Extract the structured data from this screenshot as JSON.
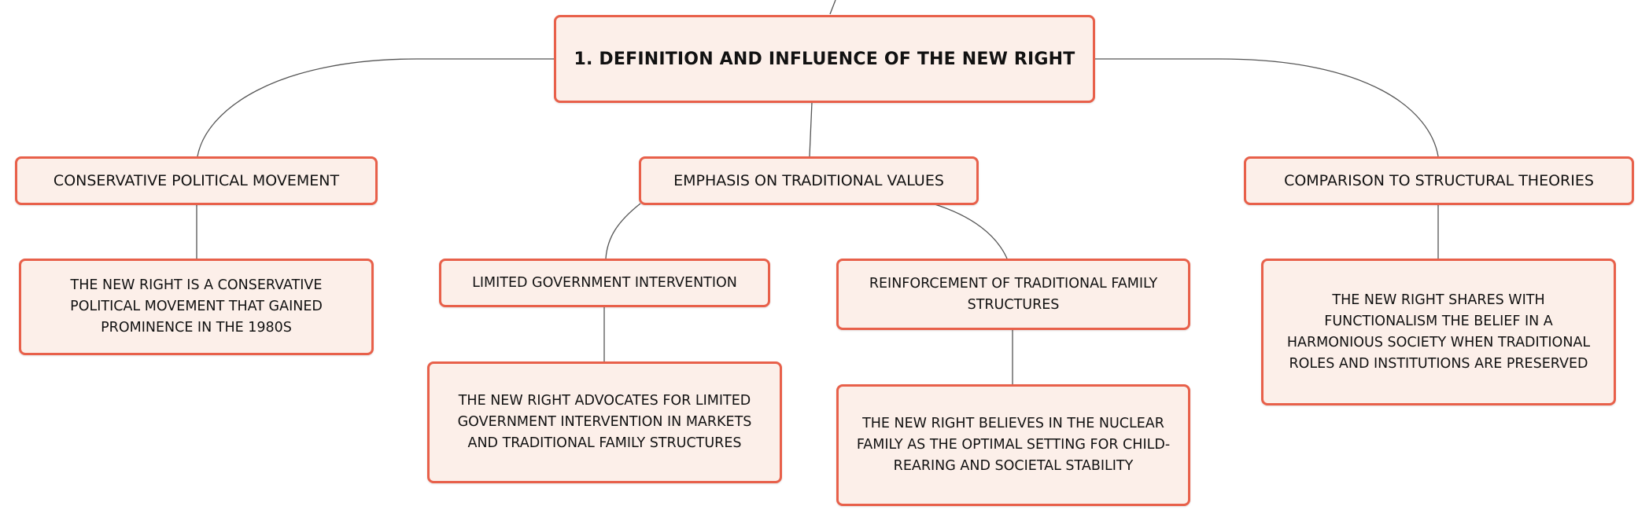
{
  "colors": {
    "node_border": "#e8604a",
    "node_fill": "#fcefe9",
    "connector": "#555555",
    "text": "#111111"
  },
  "root": {
    "label": "1. DEFINITION AND INFLUENCE OF THE NEW RIGHT"
  },
  "branches": {
    "conservative": {
      "label": "CONSERVATIVE POLITICAL MOVEMENT",
      "detail": "THE NEW RIGHT IS A CONSERVATIVE POLITICAL MOVEMENT THAT GAINED PROMINENCE IN THE 1980S"
    },
    "traditional_values": {
      "label": "EMPHASIS ON TRADITIONAL VALUES",
      "limited_gov": {
        "label": "LIMITED GOVERNMENT INTERVENTION",
        "detail": "THE NEW RIGHT ADVOCATES FOR LIMITED GOVERNMENT INTERVENTION IN MARKETS AND TRADITIONAL FAMILY STRUCTURES"
      },
      "family": {
        "label": "REINFORCEMENT OF TRADITIONAL FAMILY STRUCTURES",
        "detail": "THE NEW RIGHT BELIEVES IN THE NUCLEAR FAMILY AS THE OPTIMAL SETTING FOR CHILD-REARING AND SOCIETAL STABILITY"
      }
    },
    "structural": {
      "label": "COMPARISON TO STRUCTURAL THEORIES",
      "detail": "THE NEW RIGHT SHARES WITH FUNCTIONALISM THE BELIEF IN A HARMONIOUS SOCIETY WHEN TRADITIONAL ROLES AND INSTITUTIONS ARE PRESERVED"
    }
  }
}
